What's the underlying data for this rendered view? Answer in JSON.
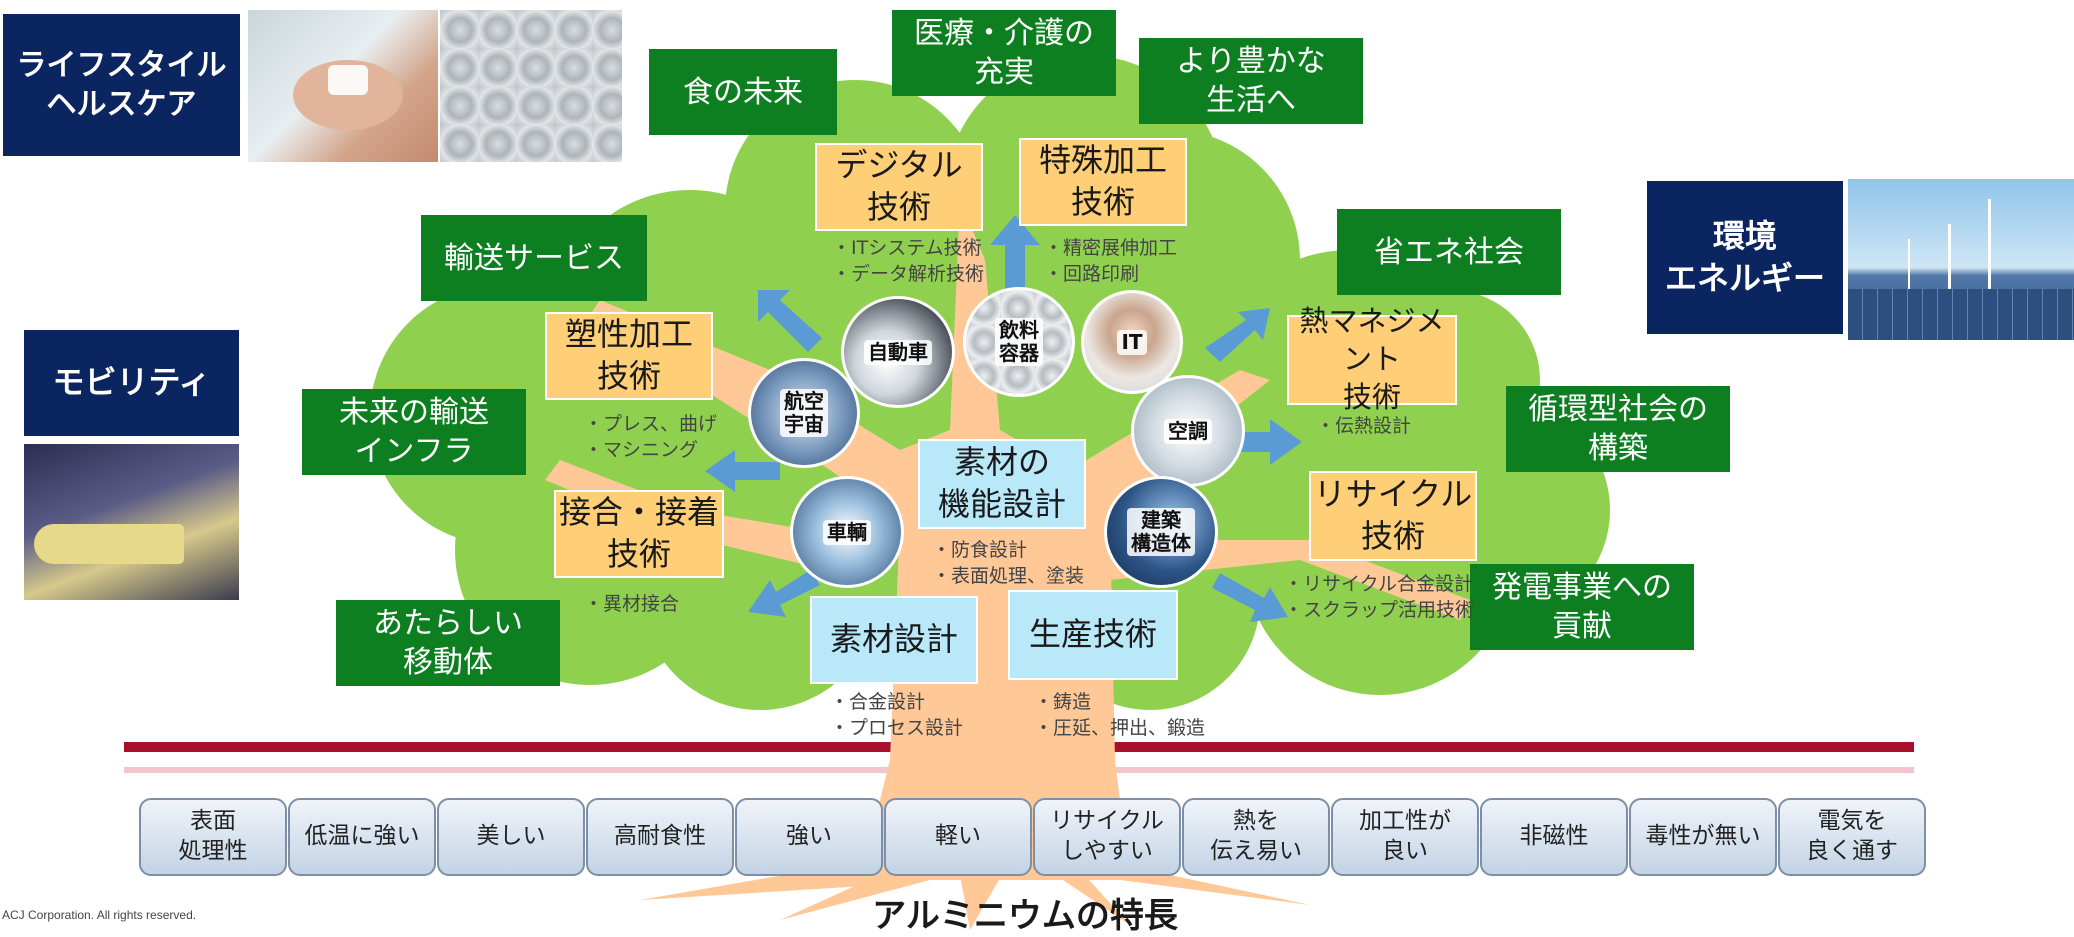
{
  "categories": {
    "lifestyle": "ライフスタイル\nヘルスケア",
    "mobility": "モビリティ",
    "environment": "環境\nエネルギー"
  },
  "goals": {
    "food": "食の未来",
    "medical": "医療・介護の\n充実",
    "richer_life": "より豊かな\n生活へ",
    "transport_service": "輸送サービス",
    "energy_saving": "省エネ社会",
    "future_infra": "未来の輸送\nインフラ",
    "circular": "循環型社会の\n構築",
    "new_mobility": "あたらしい\n移動体",
    "power": "発電事業への\n貢献"
  },
  "technologies": {
    "digital": {
      "label": "デジタル\n技術",
      "details": "・ITシステム技術\n・データ解析技術"
    },
    "special": {
      "label": "特殊加工\n技術",
      "details": "・精密展伸加工\n・回路印刷"
    },
    "plastic": {
      "label": "塑性加工\n技術",
      "details": "・プレス、曲げ\n・マシニング"
    },
    "thermal": {
      "label": "熱マネジメント\n技術",
      "details": "・伝熱設計"
    },
    "joining": {
      "label": "接合・接着\n技術",
      "details": "・異材接合"
    },
    "recycle": {
      "label": "リサイクル\n技術",
      "details": "・リサイクル合金設計\n・スクラップ活用技術"
    },
    "function": {
      "label": "素材の\n機能設計",
      "details": "・防食設計\n・表面処理、塗装"
    },
    "material": {
      "label": "素材設計",
      "details": "・合金設計\n・プロセス設計"
    },
    "production": {
      "label": "生産技術",
      "details": "・鋳造\n・圧延、押出、鍛造"
    }
  },
  "applications": {
    "car": "自動車",
    "beverage": "飲料\n容器",
    "it": "IT",
    "aero": "航空\n宇宙",
    "aircon": "空調",
    "railcar": "車輌",
    "building": "建築\n構造体"
  },
  "properties": [
    "表面\n処理性",
    "低温に強い",
    "美しい",
    "高耐食性",
    "強い",
    "軽い",
    "リサイクル\nしやすい",
    "熱を\n伝え易い",
    "加工性が\n良い",
    "非磁性",
    "毒性が無い",
    "電気を\n良く通す"
  ],
  "root_title": "アルミニウムの特長",
  "copyright": "ACJ Corporation. All rights reserved.",
  "colors": {
    "navy": "#0b2560",
    "green": "#0d7f20",
    "orange": "#ffcf78",
    "cyan": "#b9e8f8",
    "crown": "#8fd14f",
    "trunk": "#ffc896",
    "line": "#a9102c"
  }
}
